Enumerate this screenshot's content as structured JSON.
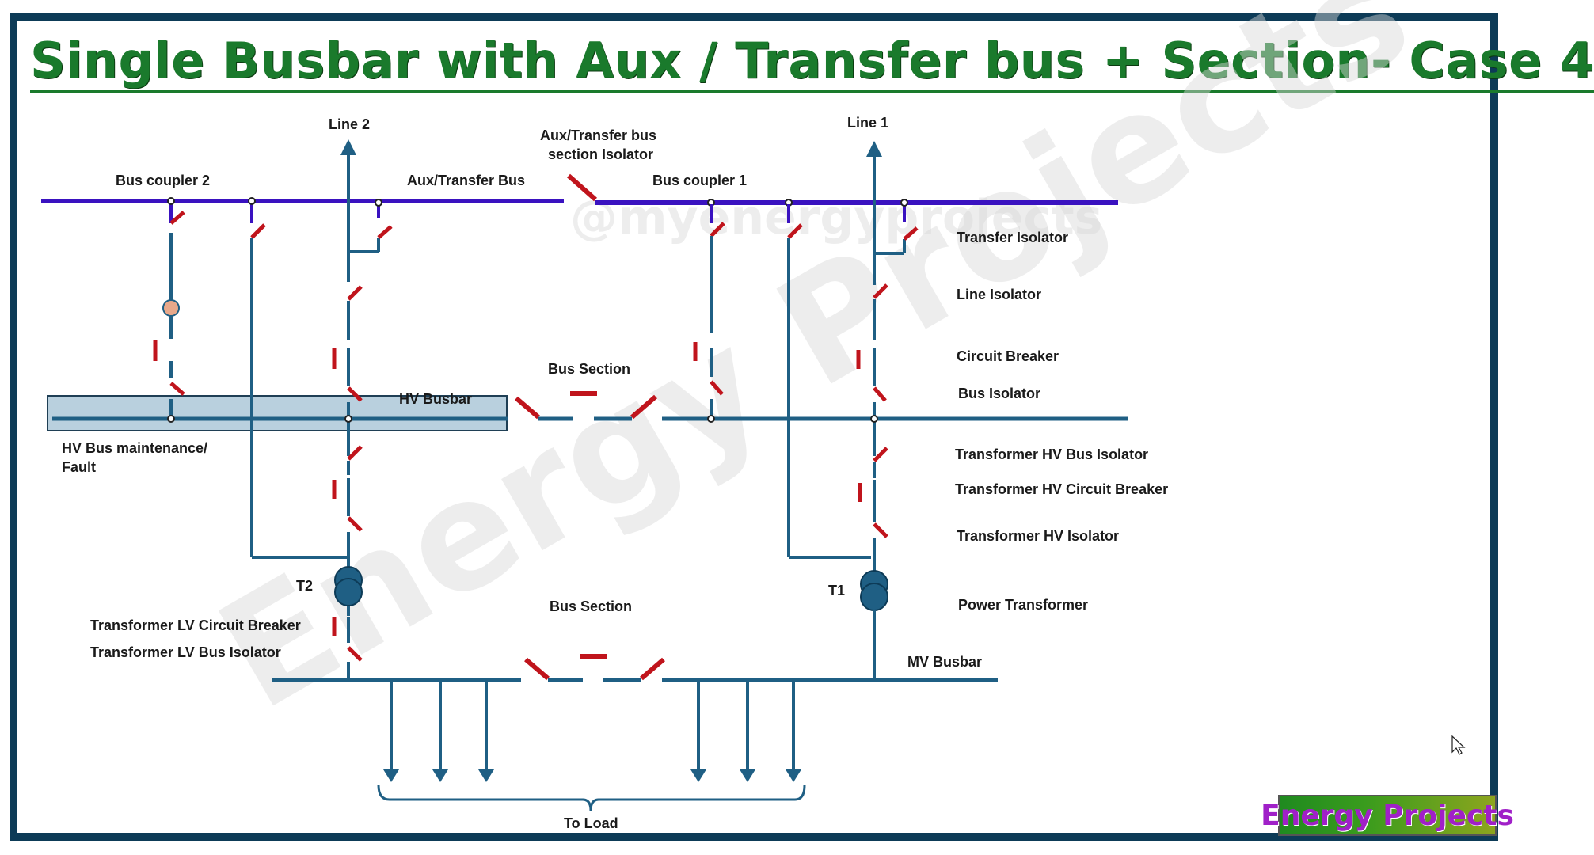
{
  "title": "Single Busbar with Aux / Transfer bus + Section- Case 4",
  "labels": {
    "line2": "Line 2",
    "line1": "Line 1",
    "bus_coupler_2": "Bus coupler 2",
    "bus_coupler_1": "Bus coupler 1",
    "aux_transfer_bus": "Aux/Transfer Bus",
    "aux_isolator_line1": "Aux/Transfer bus",
    "aux_isolator_line2": "section Isolator",
    "transfer_isolator": "Transfer Isolator",
    "line_isolator": "Line Isolator",
    "circuit_breaker": "Circuit Breaker",
    "bus_isolator": "Bus Isolator",
    "bus_section_hv": "Bus Section",
    "hv_busbar": "HV Busbar",
    "hv_fault_line1": "HV Bus maintenance/",
    "hv_fault_line2": "Fault",
    "tr_hv_bus_isolator": "Transformer HV Bus Isolator",
    "tr_hv_cb": "Transformer HV Circuit Breaker",
    "tr_hv_isolator": "Transformer HV Isolator",
    "t2": "T2",
    "t1": "T1",
    "power_transformer": "Power Transformer",
    "bus_section_mv": "Bus Section",
    "tr_lv_cb": "Transformer LV Circuit Breaker",
    "tr_lv_bus_isolator": "Transformer LV Bus Isolator",
    "mv_busbar": "MV Busbar",
    "to_load": "To Load"
  },
  "watermark": {
    "handle": "@myenergyprojects",
    "big": "Energy Projects"
  },
  "logo_text": "Energy Projects",
  "colors": {
    "frame": "#0d3b57",
    "title": "#1a7a2c",
    "bus_purple": "#3a12c0",
    "line_teal": "#1f5f84",
    "switch_red": "#c0141c",
    "fault_box": "#b9d0de",
    "bus_coupler_node": "#e8a88a"
  }
}
